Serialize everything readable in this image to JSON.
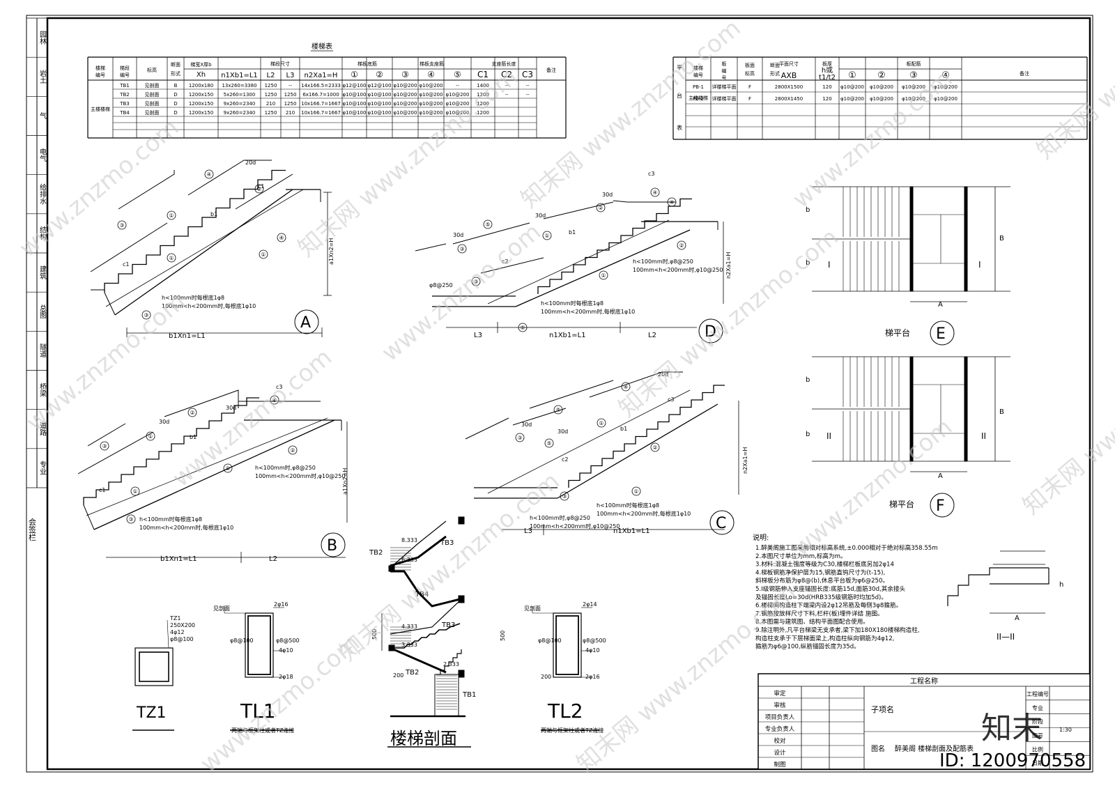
{
  "side_strip": {
    "cells": [
      "园林",
      "岩土",
      "气",
      "电气",
      "给排水",
      "结构",
      "建筑",
      "总图",
      "隧道",
      "桥梁",
      "道路",
      "专业"
    ],
    "sign": "会签栏"
  },
  "stair_table": {
    "title": "楼梯表",
    "head_top": [
      "楼梯编号",
      "梯段编号",
      "标高",
      "断面形式",
      "梯宽X厚bXh",
      "梯段尺寸",
      "梯板底筋",
      "梯板支座筋",
      "支座筋长度",
      "备注"
    ],
    "head_sub": [
      "n1Xb1=L1",
      "L2",
      "L3",
      "n2Xa1=H",
      "①",
      "②",
      "③",
      "④",
      "⑤",
      "C1",
      "C2",
      "C3"
    ],
    "group": "主楼楼梯",
    "rows": [
      [
        "TB1",
        "见剖面",
        "B",
        "1200x180",
        "13x260=3380",
        "1250",
        "--",
        "14x166.5=2333",
        "φ12@100",
        "φ12@100",
        "φ10@200",
        "φ10@200",
        "--",
        "1400",
        "--",
        "--"
      ],
      [
        "TB2",
        "见剖面",
        "D",
        "1200x150",
        "5x260=1300",
        "1250",
        "1250",
        "6x166.7=1000",
        "φ10@100",
        "φ10@100",
        "φ10@200",
        "φ10@200",
        "φ10@200",
        "1200",
        "--",
        "--"
      ],
      [
        "TB3",
        "见剖面",
        "D",
        "1200x150",
        "9x260=2340",
        "210",
        "1250",
        "10x166.7=1667",
        "φ10@100",
        "φ10@100",
        "φ10@200",
        "φ10@200",
        "φ10@200",
        "1200",
        "",
        ""
      ],
      [
        "TB4",
        "见剖面",
        "D",
        "1200x150",
        "9x260=2340",
        "1250",
        "210",
        "10x166.7=1667",
        "φ10@100",
        "φ10@100",
        "φ10@200",
        "φ10@200",
        "φ10@200",
        "1200",
        "",
        ""
      ]
    ]
  },
  "plat_table": {
    "side": "平台表",
    "head_top": [
      "楼梯编号",
      "板编号",
      "板面标高",
      "断面形式",
      "平面尺寸AXB",
      "板厚h或t1/t2",
      "板配筋",
      "备注"
    ],
    "head_sub": [
      "①",
      "②",
      "③",
      "④"
    ],
    "group": "主楼楼梯",
    "rows": [
      [
        "PB-1",
        "详楼梯平面",
        "F",
        "2800X1500",
        "120",
        "φ10@200",
        "φ10@200",
        "φ10@200",
        "φ10@200"
      ],
      [
        "PB-2",
        "详楼梯平面",
        "F",
        "2800X1450",
        "120",
        "φ10@200",
        "φ10@200",
        "φ10@200",
        "φ10@200"
      ]
    ]
  },
  "details": {
    "A": "A",
    "B": "B",
    "C": "C",
    "D": "D",
    "E": "E",
    "F": "F",
    "dim_b1n1": "b1Xn1=L1",
    "dim_n1b1": "n1Xb1=L1",
    "dim_L2": "L2",
    "dim_L3": "L3",
    "dim_a1n2": "a1Xn2=H",
    "dim_n2a1": "n2Xa1=H",
    "c1": "c1",
    "c2": "c2",
    "c3": "c3",
    "b1": "b1",
    "a1": "a1",
    "d20": "20d",
    "d30": "30d",
    "note_h1": "h<100mm时每根底1φ8",
    "note_h2": "100mm<h<200mm时,每根底1φ10",
    "note_s1": "h<100mm时,φ8@250",
    "note_s2": "100mm<h<200mm时,φ10@250",
    "phi8": "φ8@250",
    "c1n": "①",
    "c2n": "②",
    "c3n": "③",
    "c4n": "④",
    "c5n": "⑤",
    "plat_label": "梯平台",
    "dimA": "A",
    "dimB": "B",
    "dimb": "b",
    "secI": "I",
    "secII": "II",
    "secII_II": "II—II",
    "h": "h"
  },
  "beams": {
    "TZ1": "TZ1",
    "TZ1_spec": [
      "TZ1",
      "250X200",
      "4φ12",
      "φ8@100"
    ],
    "TL1": "TL1",
    "TL2": "TL2",
    "see": "见剖面",
    "tl1_top": "2φ16",
    "tl1_stir": "φ8@500",
    "tl1_mid": "4φ10",
    "tl1_bot": "2φ18",
    "tl1_left": "φ8@100",
    "tl2_top": "2φ14",
    "tl2_stir": "φ8@500",
    "tl2_mid": "4φ10",
    "tl2_bot": "2φ16",
    "tl2_left": "φ8@100",
    "dim500": "500",
    "dim200": "200",
    "connect": "两端与框架柱或者TZ连接"
  },
  "section": {
    "title": "楼梯剖面",
    "labels": [
      "TB3",
      "TB2",
      "TB4",
      "TB3",
      "TB2",
      "TB1"
    ],
    "elev": [
      "8.333",
      "6.333",
      "4.333",
      "3.333",
      "2.333"
    ],
    "dim500": "500",
    "dim200": "200"
  },
  "notes": {
    "title": "说明:",
    "lines": [
      "1.醉美阁施工图采用相对标高系统,±0.000相对于绝对标高358.55m",
      "2.本图尺寸单位为mm,标高为m。",
      "3.材料:混凝土强度等级为C30,楼梯栏板底另加2φ14",
      "4.梯板钢筋净保护层为15,钢筋直钩尺寸为(t-15),",
      "   斜梯板分布筋为φ8@(b),休息平台板为φ6@250。",
      "5.Ⅰ级钢筋伸入支座锚固长度:底筋15d,面筋30d,其余接头",
      "   及锚固长度Lo=30d(HRB335级钢筋时均加5d)。",
      "6.楼梯间构造柱下端梁内设2φ12吊筋及每侧3φ8箍筋。",
      "7.钢筋按放样尺寸下料,栏杆(板)埋件详结 施图。",
      "8.本图需与建筑图、结构平面图配合使用。",
      "9.除注明外,凡平台梯梁无支承者,梁下加180X180楼梯构造柱,",
      "   构造柱支承于下层梯面梁上,构造柱纵向钢筋为4φ12,",
      "   箍筋为φ6@100,纵筋锚固长度为35d。"
    ]
  },
  "title_block": {
    "project_name": "工程名称",
    "roles": [
      "审定",
      "审核",
      "项目负责人",
      "专业负责人",
      "校对",
      "设计",
      "制图"
    ],
    "sub_item": "子项名",
    "drawing_name_label": "图名",
    "drawing_name": "醉美阁  楼梯剖面及配筋表",
    "right_labels": [
      "工程编号",
      "专业",
      "阶段",
      "图号",
      "比例",
      "日期"
    ],
    "scale_val": "1:30"
  },
  "watermark": {
    "text": "www.znzmo.com",
    "brand": "知末网",
    "logo": "知末",
    "id": "ID: 1200970558"
  }
}
